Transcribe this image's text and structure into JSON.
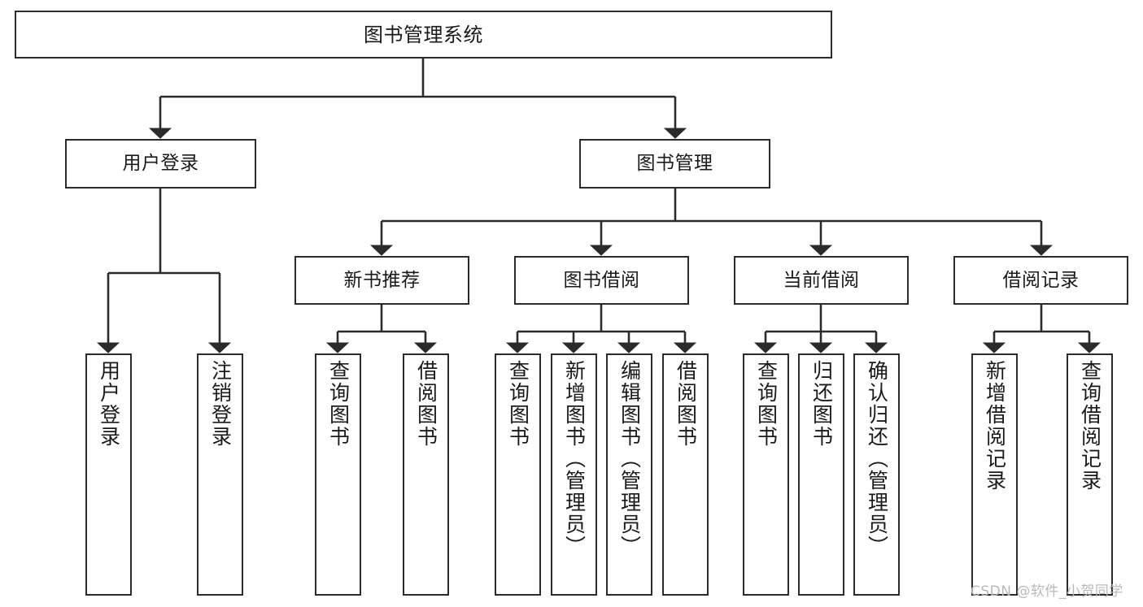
{
  "diagram": {
    "type": "tree",
    "title": "图书管理系统",
    "watermark": "CSDN @软件_小贺同学",
    "colors": {
      "background": "#ffffff",
      "box_border": "#2b2b2b",
      "edge": "#2b2b2b",
      "text": "#1a1a1a",
      "watermark": "#b9b9b9"
    },
    "nodes": {
      "root": {
        "label": "图书管理系统"
      },
      "level2": [
        {
          "label": "用户登录"
        },
        {
          "label": "图书管理"
        }
      ],
      "level3": [
        {
          "label": "新书推荐"
        },
        {
          "label": "图书借阅"
        },
        {
          "label": "当前借阅"
        },
        {
          "label": "借阅记录"
        }
      ],
      "leaves": {
        "user_login": [
          {
            "label": "用户登录"
          },
          {
            "label": "注销登录"
          }
        ],
        "new_book": [
          {
            "label": "查询图书"
          },
          {
            "label": "借阅图书"
          }
        ],
        "book_borrow": [
          {
            "label": "查询图书"
          },
          {
            "label": "新增图书（管理员）"
          },
          {
            "label": "编辑图书（管理员）"
          },
          {
            "label": "借阅图书"
          }
        ],
        "current_borrow": [
          {
            "label": "查询图书"
          },
          {
            "label": "归还图书"
          },
          {
            "label": "确认归还（管理员）"
          }
        ],
        "borrow_record": [
          {
            "label": "新增借阅记录"
          },
          {
            "label": "查询借阅记录"
          }
        ]
      }
    }
  }
}
